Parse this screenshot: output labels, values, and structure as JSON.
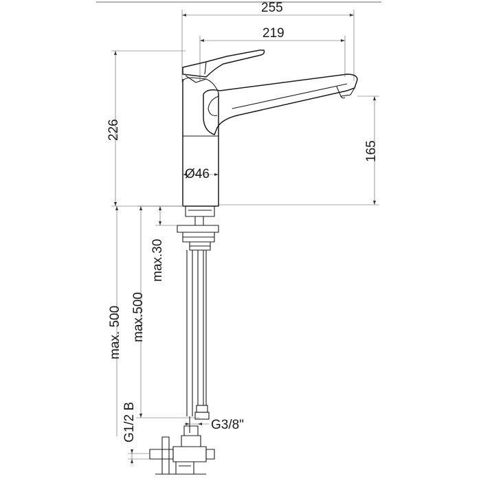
{
  "drawing": {
    "dimensions": {
      "total_width": "255",
      "spout_width": "219",
      "total_height": "226",
      "spout_height": "165",
      "body_diameter": "Ø46",
      "max_thickness": "max.30",
      "hose_length_1": "max. 500",
      "hose_length_2": "max.500",
      "inlet_thread": "G1/2 B",
      "hose_thread": "G3/8\""
    }
  }
}
